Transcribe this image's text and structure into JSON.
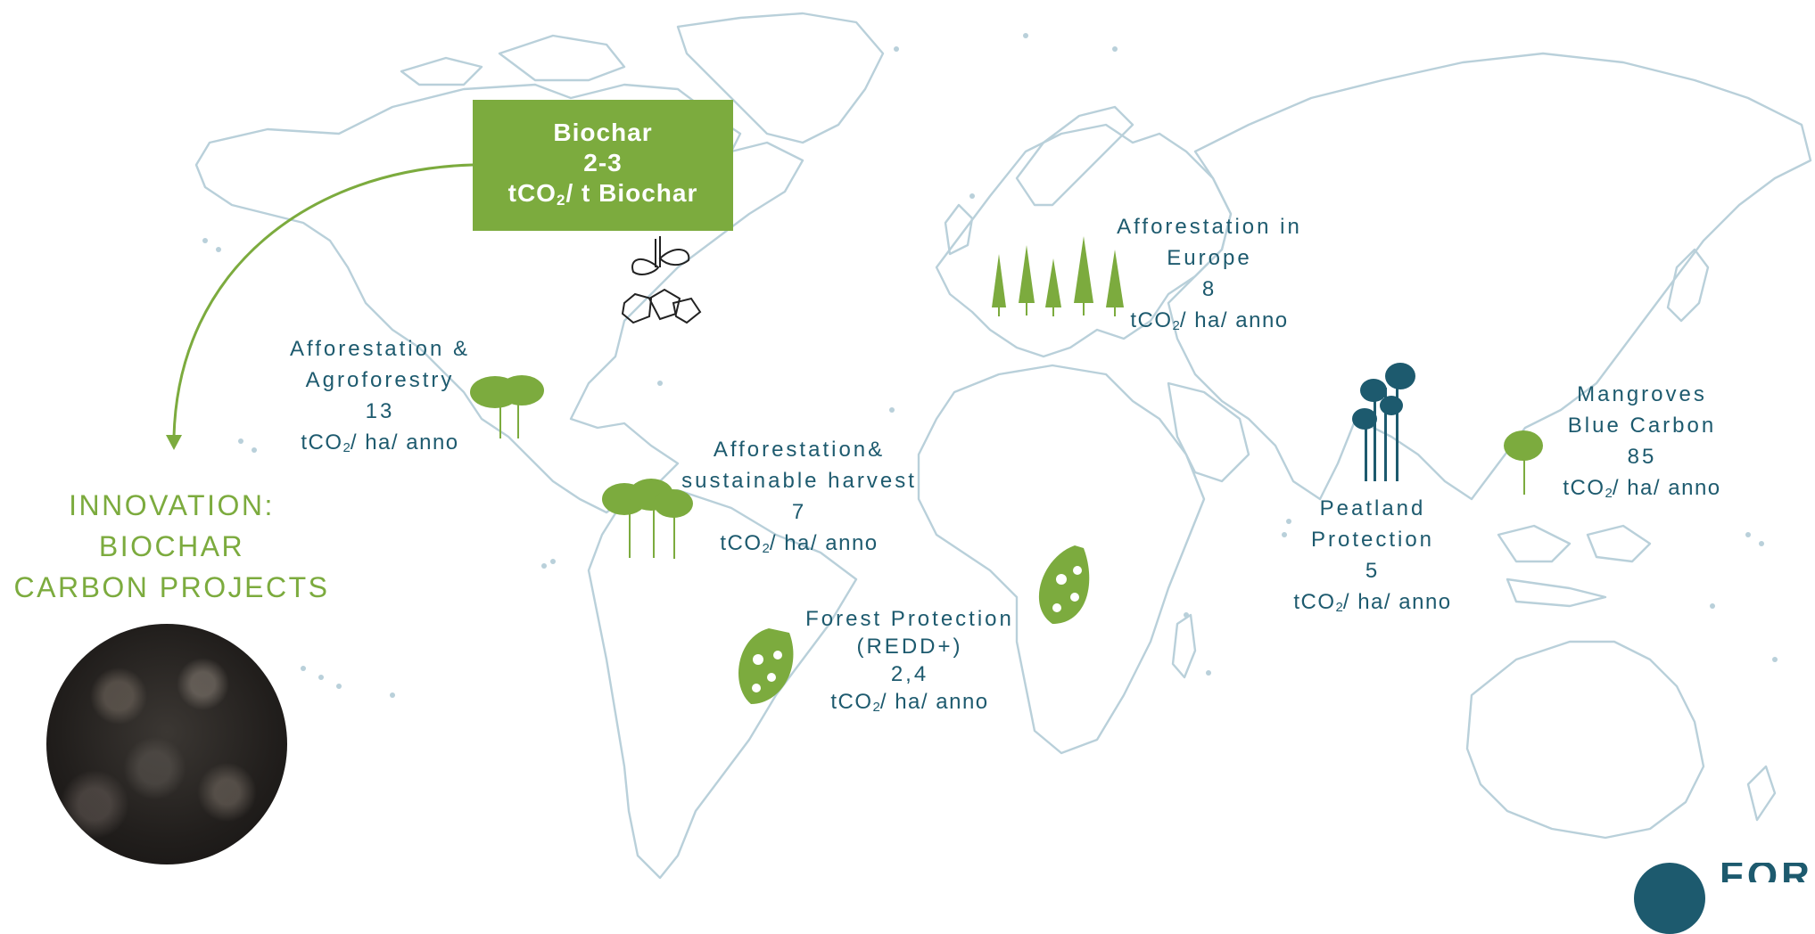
{
  "biochar": {
    "line1": "Biochar",
    "line2": "2-3",
    "line3_main": "tCO",
    "line3_sub": "2",
    "line3_rest": "/ t Biochar"
  },
  "innovation": {
    "line1": "INNOVATION:",
    "line2": "BIOCHAR",
    "line3": "CARBON PROJECTS"
  },
  "unit": {
    "main": "tCO",
    "sub": "2",
    "rest": "/ ha/ anno"
  },
  "projects": [
    {
      "name1": "Afforestation &",
      "name2": "Agroforestry",
      "value": "13"
    },
    {
      "name1": "Afforestation&",
      "name2": "sustainable harvest",
      "value": "7"
    },
    {
      "name1": "Afforestation in",
      "name2": "Europe",
      "value": "8"
    },
    {
      "name1": "Forest Protection",
      "name2": "(REDD+)",
      "value": "2,4"
    },
    {
      "name1": "Peatland",
      "name2": "Protection",
      "value": "5"
    },
    {
      "name1": "Mangroves",
      "name2": "Blue Carbon",
      "value": "85"
    }
  ],
  "logo": {
    "text": "FOR"
  },
  "colors": {
    "green": "#7cab3e",
    "teal": "#1d5a6e",
    "map_outline": "#b9d0da"
  },
  "icons": [
    "tree-cluster-icon",
    "pine-trees-icon",
    "leaf-icon",
    "seedling-rock-icon",
    "tall-trees-icon",
    "arrow-icon"
  ]
}
